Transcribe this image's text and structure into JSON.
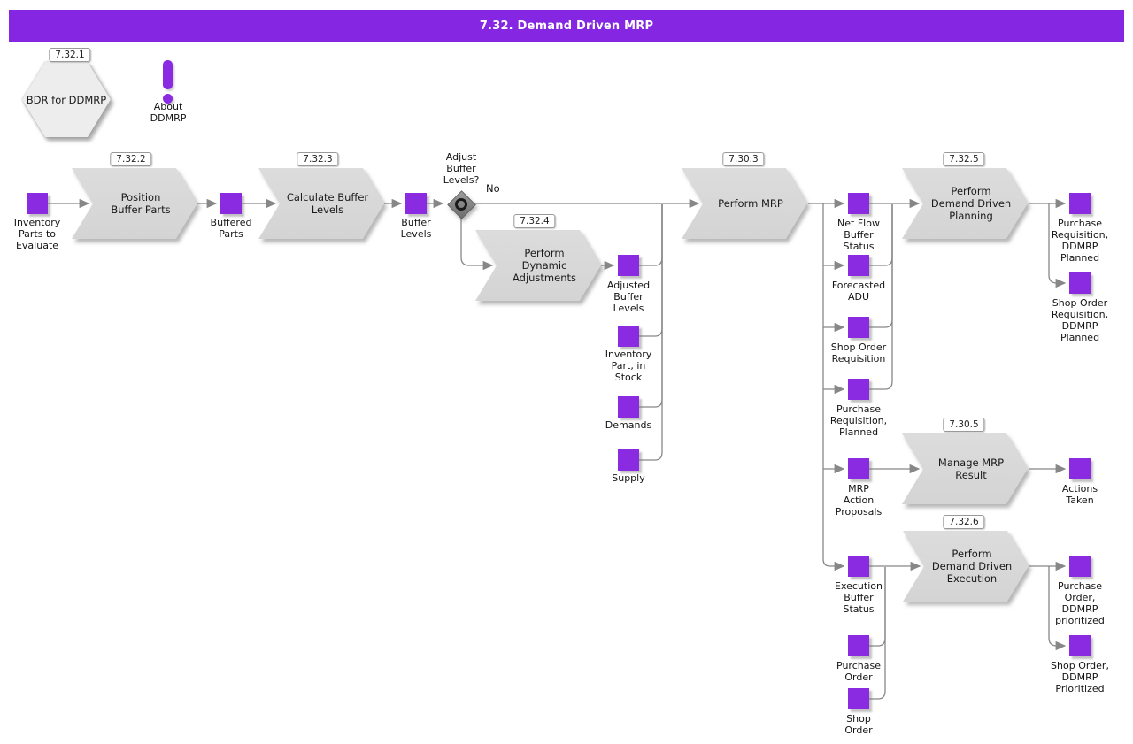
{
  "title": "7.32. Demand Driven MRP",
  "colors": {
    "accent_purple": "#8A2BE2",
    "header_bg": "#8426E2",
    "process_gray": "#D8D8D8",
    "line_gray": "#878787"
  },
  "start": {
    "badge": "7.32.1",
    "label": "BDR for DDMRP"
  },
  "about": {
    "label": "About\nDDMRP"
  },
  "decision": {
    "question": "Adjust\nBuffer\nLevels?",
    "no": "No"
  },
  "processes": [
    {
      "badge": "7.32.2",
      "label": "Position\nBuffer Parts"
    },
    {
      "badge": "7.32.3",
      "label": "Calculate Buffer\nLevels"
    },
    {
      "badge": "7.32.4",
      "label": "Perform\nDynamic\nAdjustments"
    },
    {
      "badge": "7.30.3",
      "label": "Perform MRP"
    },
    {
      "badge": "7.32.5",
      "label": "Perform\nDemand Driven\nPlanning"
    },
    {
      "badge": "7.30.5",
      "label": "Manage MRP\nResult"
    },
    {
      "badge": "7.32.6",
      "label": "Perform\nDemand Driven\nExecution"
    }
  ],
  "artifacts": [
    {
      "label": "Inventory\nParts to\nEvaluate"
    },
    {
      "label": "Buffered\nParts"
    },
    {
      "label": "Buffer\nLevels"
    },
    {
      "label": "Adjusted\nBuffer\nLevels"
    },
    {
      "label": "Inventory\nPart, in\nStock"
    },
    {
      "label": "Demands"
    },
    {
      "label": "Supply"
    },
    {
      "label": "Net Flow\nBuffer\nStatus"
    },
    {
      "label": "Forecasted\nADU"
    },
    {
      "label": "Shop Order\nRequisition"
    },
    {
      "label": "Purchase\nRequisition,\nPlanned"
    },
    {
      "label": "MRP\nAction\nProposals"
    },
    {
      "label": "Execution\nBuffer\nStatus"
    },
    {
      "label": "Purchase\nOrder"
    },
    {
      "label": "Shop\nOrder"
    },
    {
      "label": "Purchase\nRequisition,\nDDMRP\nPlanned"
    },
    {
      "label": "Shop Order\nRequisition,\nDDMRP\nPlanned"
    },
    {
      "label": "Actions\nTaken"
    },
    {
      "label": "Purchase\nOrder,\nDDMRP\nprioritized"
    },
    {
      "label": "Shop Order,\nDDMRP\nPrioritized"
    }
  ]
}
